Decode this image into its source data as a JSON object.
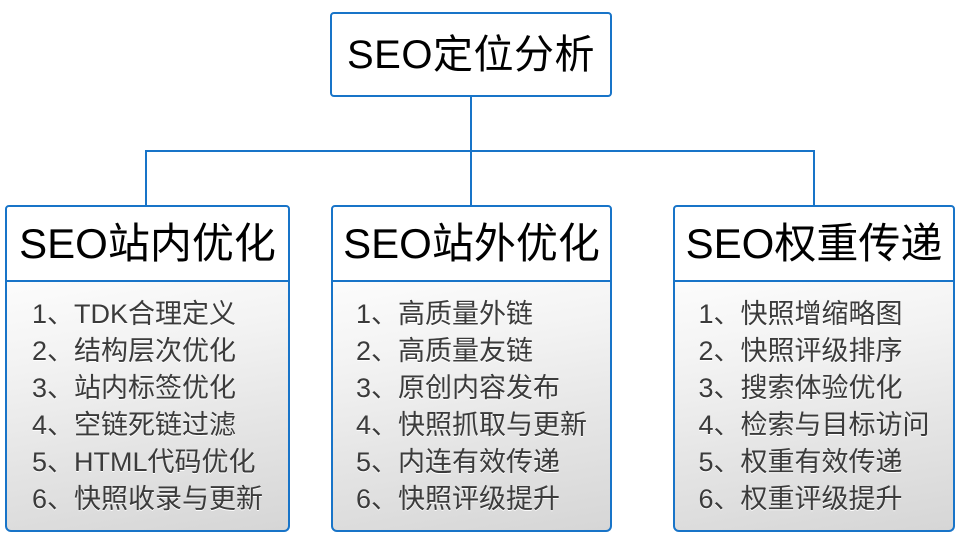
{
  "diagram": {
    "type": "organization-tree",
    "accent_color": "#1874C8",
    "text_color": "#3B3B3B",
    "title_color": "#000000",
    "panel_gradient_from": "#FCFCFC",
    "panel_gradient_to": "#D6D6D6",
    "root": {
      "label": "SEO定位分析"
    },
    "branches": [
      {
        "header": "SEO站内优化",
        "items": [
          "1、TDK合理定义",
          "2、结构层次优化",
          "3、站内标签优化",
          "4、空链死链过滤",
          "5、HTML代码优化",
          "6、快照收录与更新"
        ]
      },
      {
        "header": "SEO站外优化",
        "items": [
          "1、高质量外链",
          "2、高质量友链",
          "3、原创内容发布",
          "4、快照抓取与更新",
          "5、内连有效传递",
          "6、快照评级提升"
        ]
      },
      {
        "header": "SEO权重传递",
        "items": [
          "1、快照增缩略图",
          "2、快照评级排序",
          "3、搜索体验优化",
          "4、检索与目标访问",
          "5、权重有效传递",
          "6、权重评级提升"
        ]
      }
    ]
  }
}
